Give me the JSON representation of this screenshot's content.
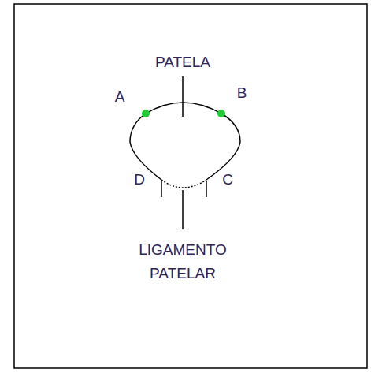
{
  "diagram": {
    "labels": [
      "PATELA",
      "A",
      "B",
      "D",
      "C",
      "LIGAMENTO PATELAR"
    ]
  }
}
